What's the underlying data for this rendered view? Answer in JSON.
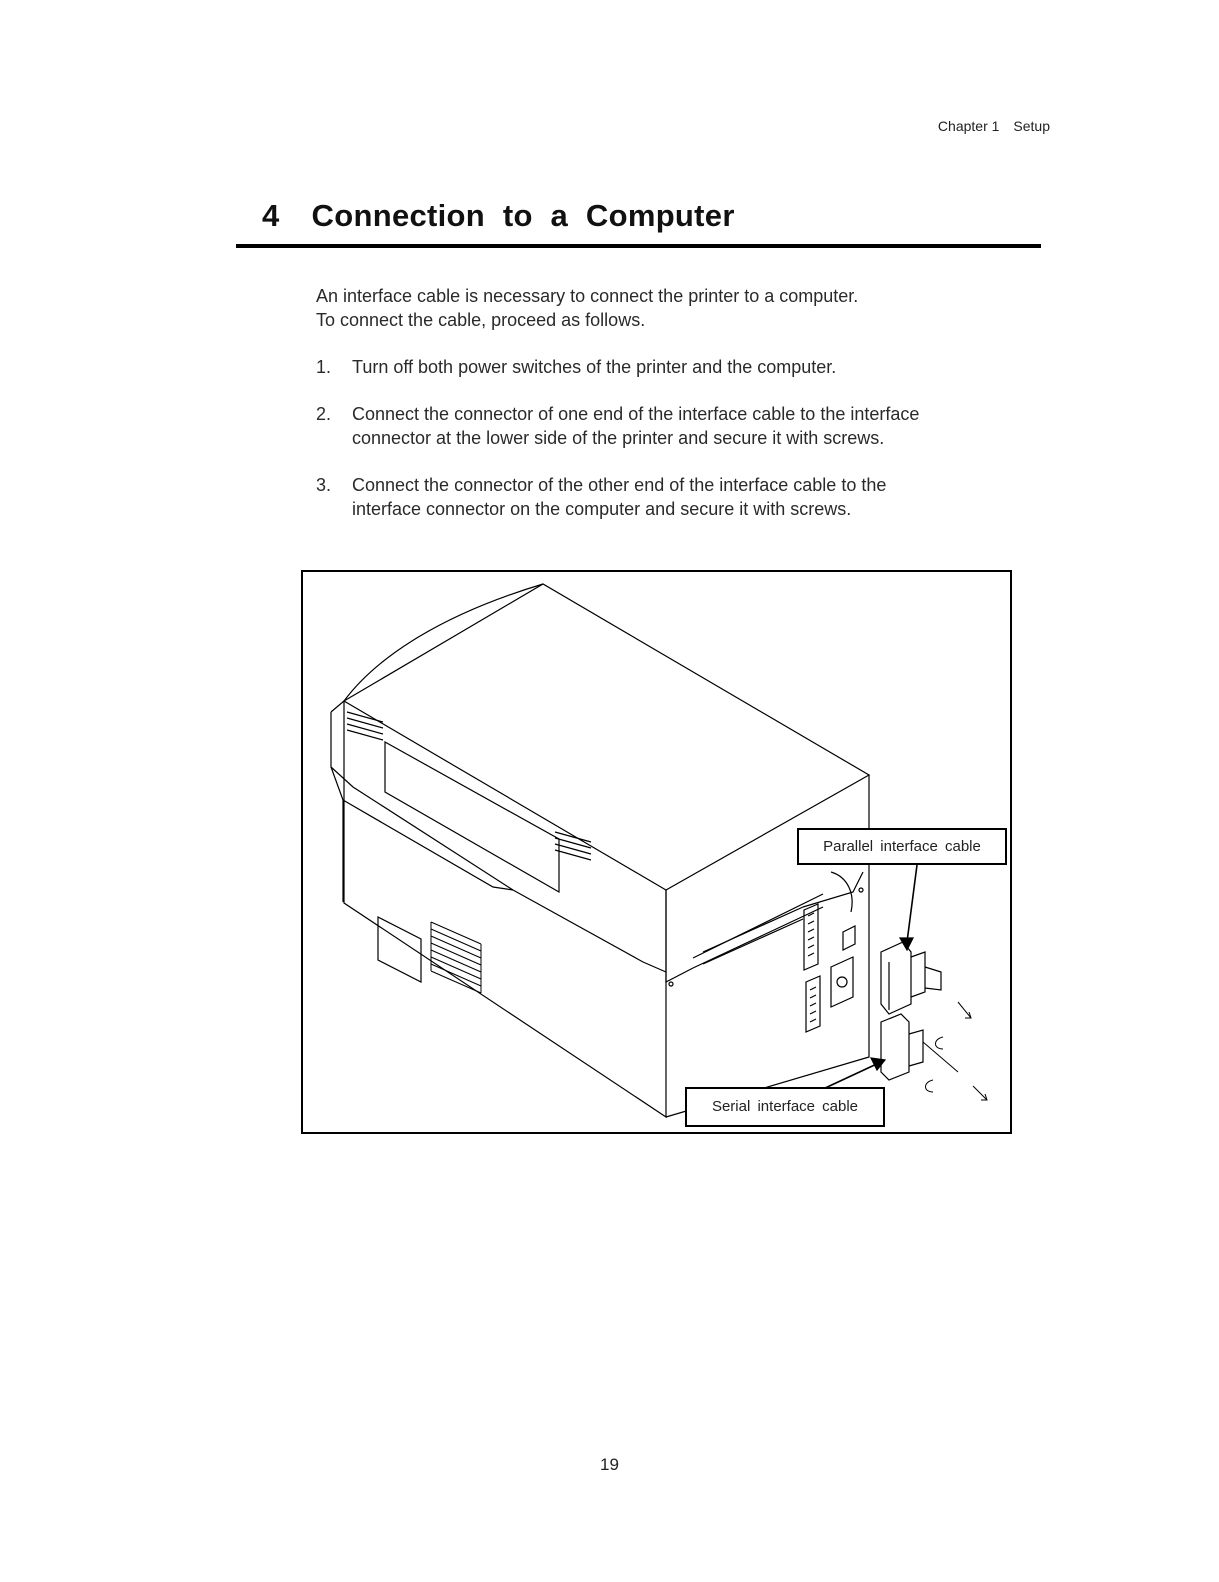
{
  "header": {
    "chapter": "Chapter 1",
    "section": "Setup"
  },
  "section": {
    "number": "4",
    "title": "Connection  to  a  Computer"
  },
  "intro": [
    "An interface cable is necessary to connect the printer to a computer.",
    "To connect the cable, proceed as follows."
  ],
  "steps": [
    {
      "n": "1.",
      "lines": [
        "Turn off both power switches of the printer and the computer."
      ]
    },
    {
      "n": "2.",
      "lines": [
        "Connect the connector of one end of the interface cable to the interface",
        "connector at the lower side of the printer and secure it with screws."
      ]
    },
    {
      "n": "3.",
      "lines": [
        "Connect the connector of the other end of the interface cable to the",
        "interface connector on the computer and secure it with screws."
      ]
    }
  ],
  "figure": {
    "labels": {
      "parallel": "Parallel  interface  cable",
      "serial": "Serial  interface  cable"
    }
  },
  "footer": {
    "page_number": "19"
  }
}
